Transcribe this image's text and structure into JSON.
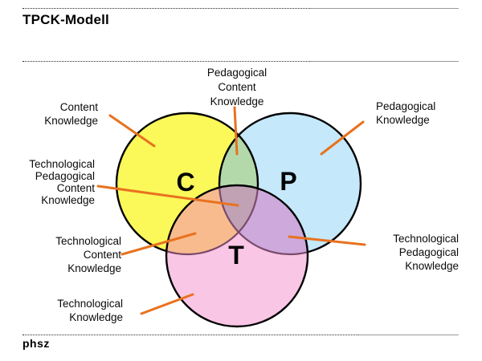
{
  "header": {
    "title": "TPCK-Modell"
  },
  "footer": {
    "logo": "phsz"
  },
  "colors": {
    "leader_line": "#E8721F",
    "circle_stroke": "#000000",
    "region_yellow": "#FBF85A",
    "region_blue": "#C5E8FB",
    "region_pink": "#FAC6E6",
    "region_green": "#B3D9AB",
    "region_orange": "#F8BB8E",
    "region_purple": "#CEA9DC",
    "region_center": "#C1A1B4",
    "muted_arc": "#7A4A6A"
  },
  "diagram": {
    "circle_letters": {
      "c": "C",
      "p": "P",
      "t": "T"
    },
    "labels": {
      "pck": {
        "lines": [
          "Pedagogical",
          "Content",
          "Knowledge"
        ]
      },
      "ck": {
        "lines": [
          "Content",
          "Knowledge"
        ]
      },
      "pk": {
        "lines": [
          "Pedagogical",
          "Knowledge"
        ]
      },
      "tpck": {
        "lines": [
          "Technological",
          "Pedagogical",
          "Content",
          "Knowledge"
        ]
      },
      "tck": {
        "lines": [
          "Technological",
          "Content",
          "Knowledge"
        ]
      },
      "tk": {
        "lines": [
          "Technological",
          "Knowledge"
        ]
      },
      "tpk": {
        "lines": [
          "Technological",
          "Pedagogical",
          "Knowledge"
        ]
      }
    }
  }
}
